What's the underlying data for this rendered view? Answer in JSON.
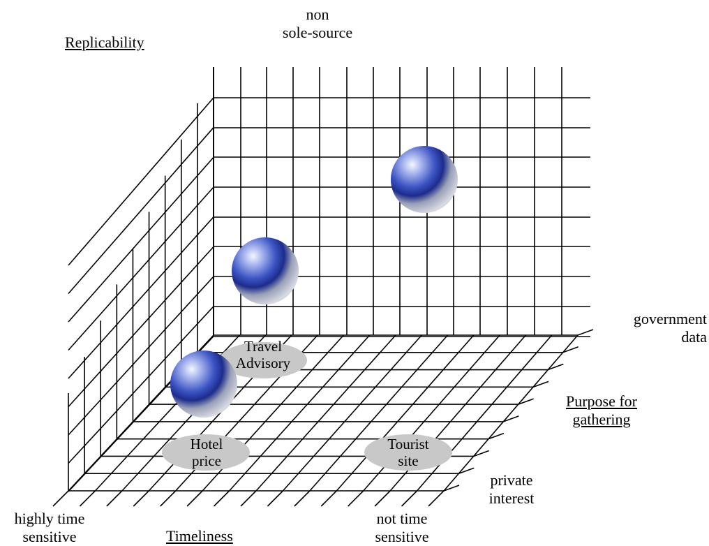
{
  "axes": {
    "replicability": {
      "title": "Replicability",
      "high_end": [
        "non",
        "sole-source"
      ]
    },
    "purpose": {
      "title": [
        "Purpose for",
        "gathering"
      ],
      "high_end": [
        "government",
        "data"
      ],
      "low_end": [
        "private",
        "interest"
      ]
    },
    "timeliness": {
      "title": "Timeliness",
      "low_end": [
        "highly time",
        "sensitive"
      ],
      "high_end": [
        "not time",
        "sensitive"
      ]
    }
  },
  "items": [
    {
      "label": [
        "Travel",
        "Advisory"
      ]
    },
    {
      "label": [
        "Hotel",
        "price"
      ]
    },
    {
      "label": [
        "Tourist",
        "site"
      ]
    }
  ],
  "colors": {
    "grid": "#000000",
    "ellipse": "#c8c8c8",
    "sphere_light": "#eef0ff",
    "sphere_mid": "#5a6fd0",
    "sphere_dark": "#1a2a8a",
    "sphere_base": "#b8bcc8"
  }
}
